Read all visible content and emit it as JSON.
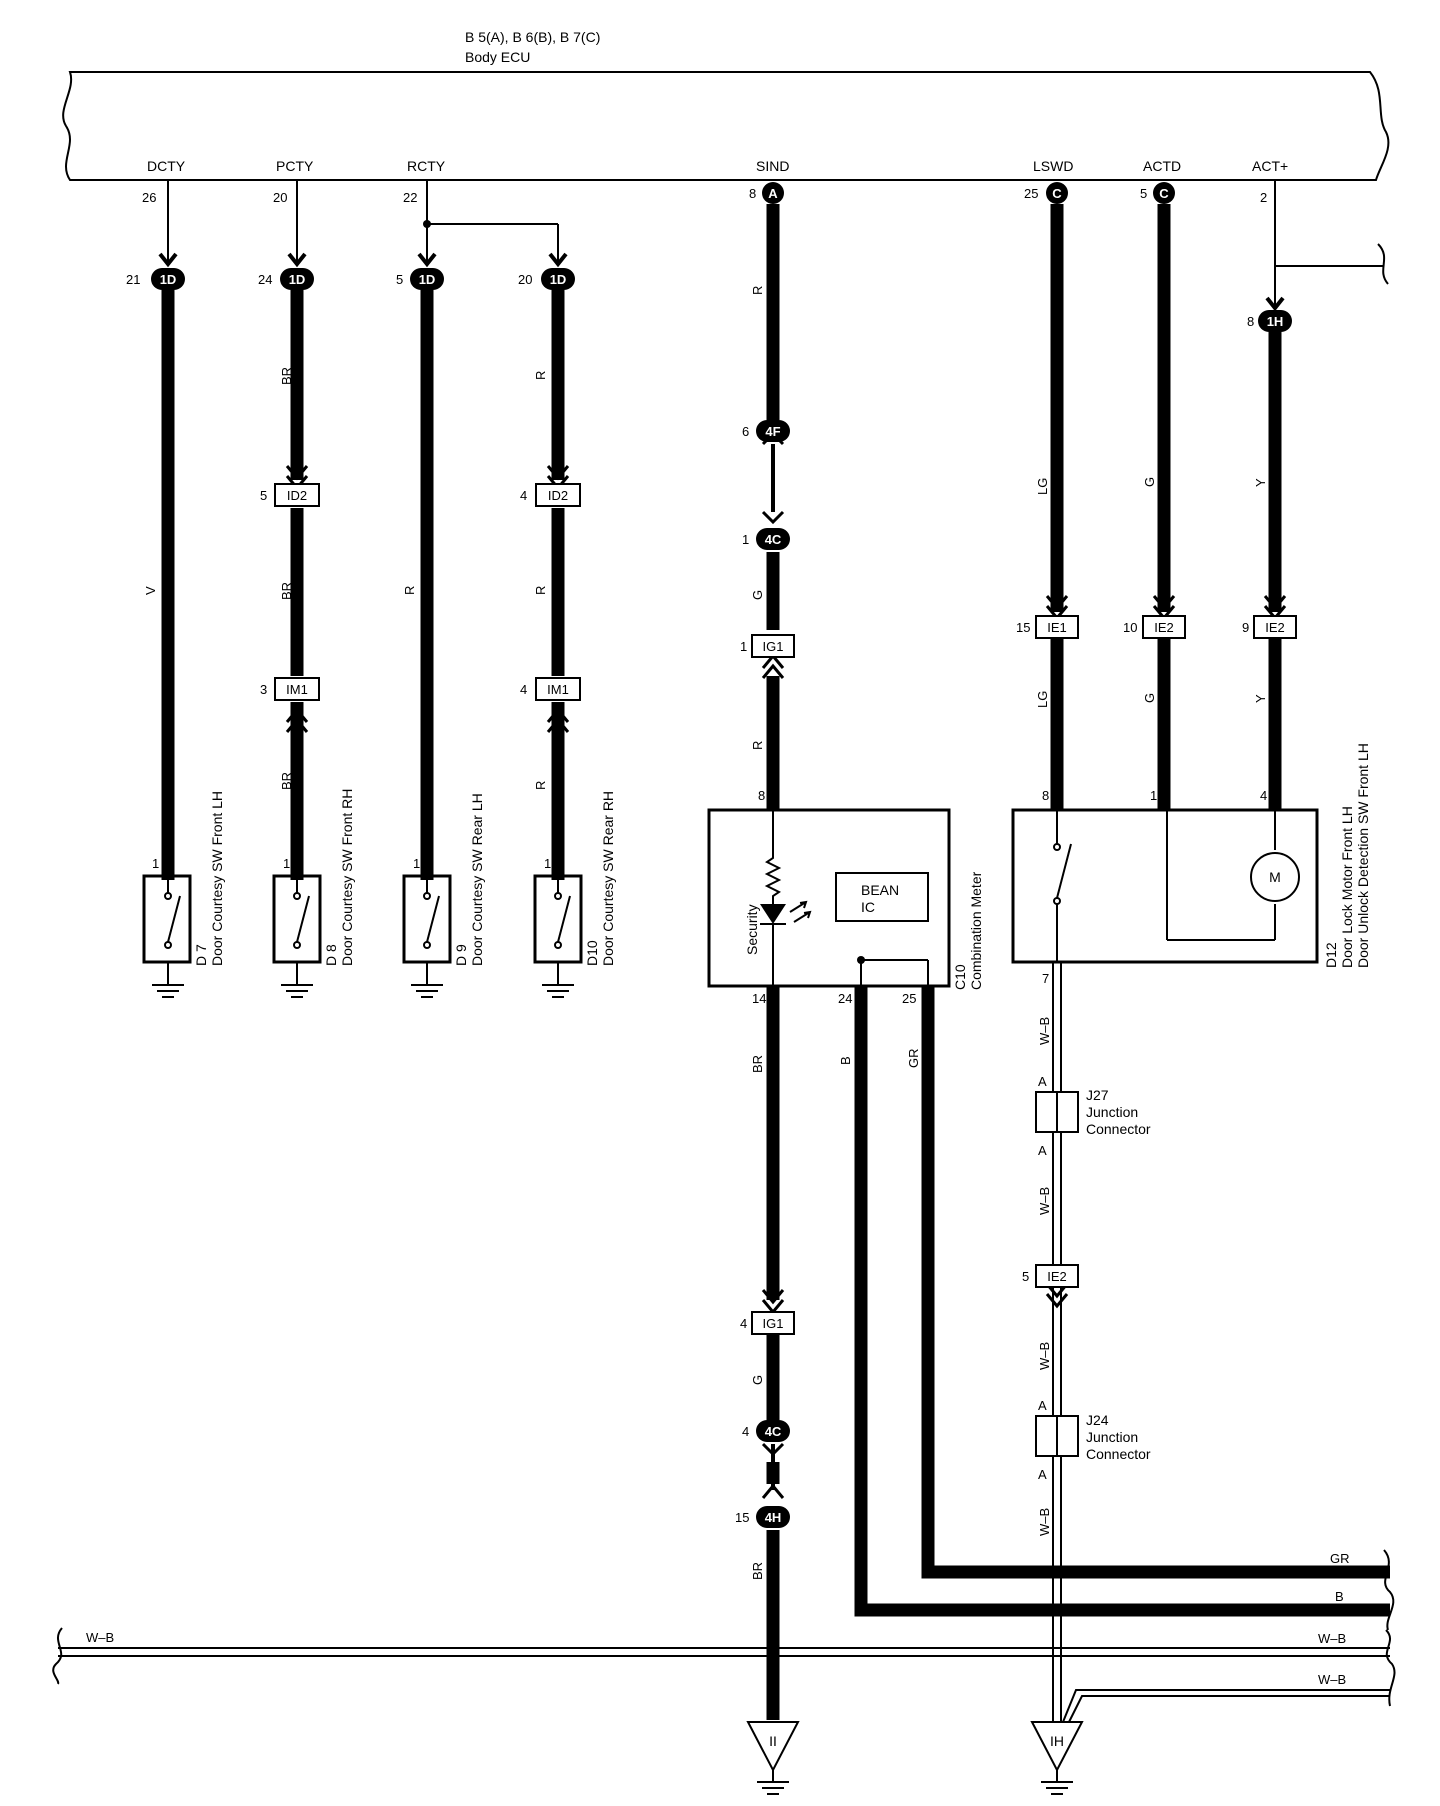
{
  "ecu": {
    "title_line1": "B 5(A), B 6(B), B 7(C)",
    "title_line2": "Body ECU",
    "signals": {
      "dcty": "DCTY",
      "pcty": "PCTY",
      "rcty": "RCTY",
      "sind": "SIND",
      "lswd": "LSWD",
      "actd": "ACTD",
      "actp": "ACT+"
    },
    "pins": {
      "dcty": "26",
      "pcty": "20",
      "rcty": "22",
      "sind": "8",
      "lswd": "25",
      "actd": "5",
      "actp": "2"
    },
    "pin_connectors": {
      "sind": "A",
      "lswd": "C",
      "actd": "C"
    }
  },
  "connectors": {
    "d1": "1D",
    "h1": "1H",
    "f4": "4F",
    "c4": "4C",
    "h4": "4H",
    "id2": "ID2",
    "im1": "IM1",
    "ig1": "IG1",
    "ie1": "IE1",
    "ie2": "IE2"
  },
  "pins": {
    "p21": "21",
    "p24": "24",
    "p5": "5",
    "p20": "20",
    "p8": "8",
    "p6": "6",
    "p1": "1",
    "p4": "4",
    "p3": "3",
    "p15": "15",
    "p10": "10",
    "p9": "9",
    "p14": "14",
    "p25": "25",
    "p7": "7"
  },
  "wire_colors": {
    "v": "V",
    "br": "BR",
    "r": "R",
    "g": "G",
    "lg": "LG",
    "y": "Y",
    "b": "B",
    "gr": "GR",
    "wb": "W–B"
  },
  "components": {
    "d7": {
      "id": "D 7",
      "name": "Door Courtesy SW Front LH"
    },
    "d8": {
      "id": "D 8",
      "name": "Door Courtesy SW Front RH"
    },
    "d9": {
      "id": "D 9",
      "name": "Door Courtesy SW Rear LH"
    },
    "d10": {
      "id": "D10",
      "name": "Door Courtesy SW Rear RH"
    },
    "c10": {
      "id": "C10",
      "name": "Combination Meter",
      "security": "Security",
      "bean1": "BEAN",
      "bean2": "IC"
    },
    "d12": {
      "id": "D12",
      "name1": "Door Lock Motor Front LH",
      "name2": "Door Unlock Detection SW Front LH",
      "motor": "M"
    },
    "j27": {
      "id": "J27",
      "name1": "Junction",
      "name2": "Connector",
      "pin": "A"
    },
    "j24": {
      "id": "J24",
      "name1": "Junction",
      "name2": "Connector",
      "pin": "A"
    }
  },
  "grounds": {
    "ii": "II",
    "ih": "IH"
  }
}
